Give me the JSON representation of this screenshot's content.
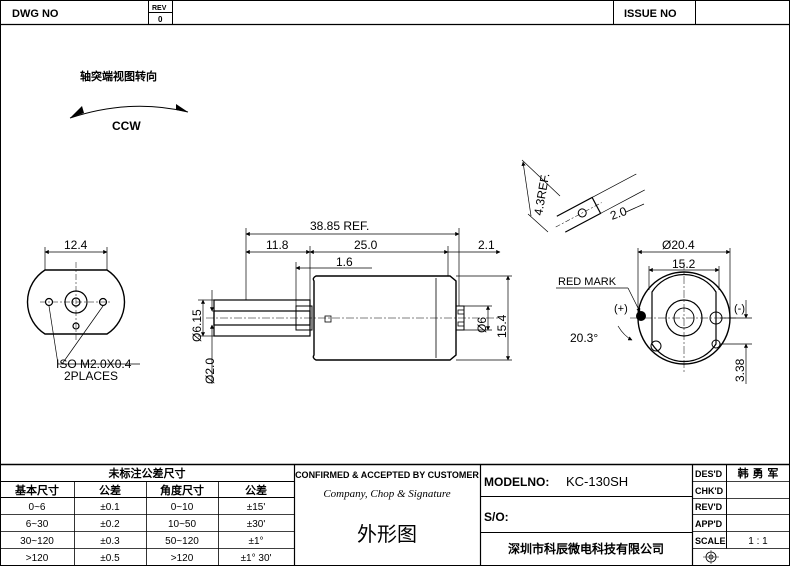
{
  "header": {
    "dwg_label": "DWG    NO",
    "rev_label": "REV",
    "rev_value": "0",
    "issue_label": "ISSUE   NO"
  },
  "rotation": {
    "title": "轴突端视图转向",
    "direction": "CCW"
  },
  "front_view": {
    "dim_width": "12.4",
    "note_line1": "ISO M2.0X0.4",
    "note_line2": "2PLACES"
  },
  "side_view": {
    "dim_overall": "38.85 REF.",
    "dim_shaft": "11.8",
    "dim_body": "25.0",
    "dim_terminal": "2.1",
    "dim_boss": "1.6",
    "dim_shaft_dia": "Ø6.15",
    "dim_shaft_small": "Ø2.0",
    "dim_boss_dia": "Ø6",
    "dim_body_height": "15.4"
  },
  "terminal_detail": {
    "dim_radius": "4.3REF.",
    "dim_width": "2.0"
  },
  "rear_view": {
    "dim_dia": "Ø20.4",
    "dim_width": "15.2",
    "red_mark": "RED MARK",
    "plus": "(+)",
    "minus": "(-)",
    "angle": "20.3°",
    "dim_offset": "3.38"
  },
  "tolerance_table": {
    "title": "未标注公差尺寸",
    "headers": [
      "基本尺寸",
      "公差",
      "角度尺寸",
      "公差"
    ],
    "rows": [
      [
        "0~6",
        "±0.1",
        "0~10",
        "±15'"
      ],
      [
        "6~30",
        "±0.2",
        "10~50",
        "±30'"
      ],
      [
        "30~120",
        "±0.3",
        "50~120",
        "±1°"
      ],
      [
        ">120",
        "±0.5",
        ">120",
        "±1° 30'"
      ]
    ]
  },
  "confirm_block": {
    "title": "CONFIRMED & ACCEPTED BY CUSTOMER",
    "subtitle": "Company, Chop & Signature",
    "drawing_name": "外形图"
  },
  "model_block": {
    "model_label": "MODELNO:",
    "model_value": "KC-130SH",
    "so_label": "S/O:",
    "company": "深圳市科辰微电科技有限公司"
  },
  "sign_block": {
    "des_label": "DES'D",
    "des_value": "韩 勇 军",
    "chk_label": "CHK'D",
    "rev_label": "REV'D",
    "app_label": "APP'D",
    "scale_label": "SCALE",
    "scale_value": "1 : 1"
  },
  "colors": {
    "line": "#000000",
    "background": "#ffffff"
  }
}
